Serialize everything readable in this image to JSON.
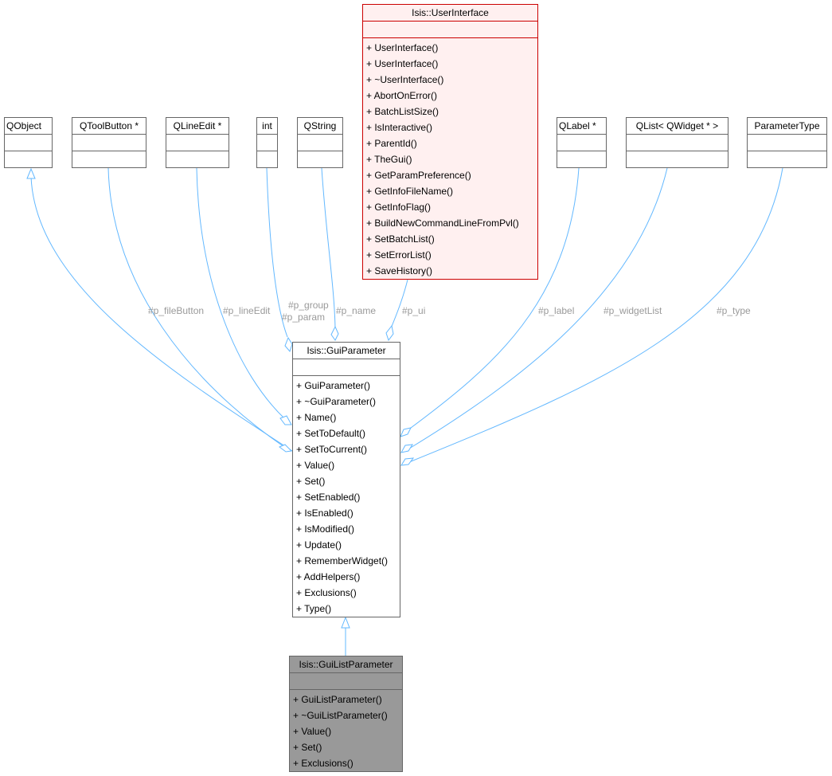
{
  "classes": {
    "qobject": {
      "name": "QObject"
    },
    "qtoolbutton": {
      "name": "QToolButton *"
    },
    "qlineedit": {
      "name": "QLineEdit *"
    },
    "int": {
      "name": "int"
    },
    "qstring": {
      "name": "QString"
    },
    "userinterface": {
      "name": "Isis::UserInterface",
      "methods": [
        "+ UserInterface()",
        "+ UserInterface()",
        "+ ~UserInterface()",
        "+ AbortOnError()",
        "+ BatchListSize()",
        "+ IsInteractive()",
        "+ ParentId()",
        "+ TheGui()",
        "+ GetParamPreference()",
        "+ GetInfoFileName()",
        "+ GetInfoFlag()",
        "+ BuildNewCommandLineFromPvl()",
        "+ SetBatchList()",
        "+ SetErrorList()",
        "+ SaveHistory()"
      ]
    },
    "qlabel": {
      "name": "QLabel *"
    },
    "qlist": {
      "name": "QList< QWidget * >"
    },
    "parametertype": {
      "name": "ParameterType"
    },
    "guiparameter": {
      "name": "Isis::GuiParameter",
      "methods": [
        "+ GuiParameter()",
        "+ ~GuiParameter()",
        "+ Name()",
        "+ SetToDefault()",
        "+ SetToCurrent()",
        "+ Value()",
        "+ Set()",
        "+ SetEnabled()",
        "+ IsEnabled()",
        "+ IsModified()",
        "+ Update()",
        "+ RememberWidget()",
        "+ AddHelpers()",
        "+ Exclusions()",
        "+ Type()"
      ]
    },
    "guilistparameter": {
      "name": "Isis::GuiListParameter",
      "methods": [
        "+ GuiListParameter()",
        "+ ~GuiListParameter()",
        "+ Value()",
        "+ Set()",
        "+ Exclusions()"
      ]
    }
  },
  "edge_labels": {
    "file_button": "#p_fileButton",
    "line_edit": "#p_lineEdit",
    "group": "#p_group",
    "param": "#p_param",
    "name": "#p_name",
    "ui": "#p_ui",
    "label": "#p_label",
    "widget_list": "#p_widgetList",
    "type": "#p_type"
  },
  "colors": {
    "edge": "#63b8ff",
    "border": "#666666",
    "highlight_border": "#cc0000",
    "highlight_fill": "#fff0f0",
    "current_fill": "#999999"
  }
}
